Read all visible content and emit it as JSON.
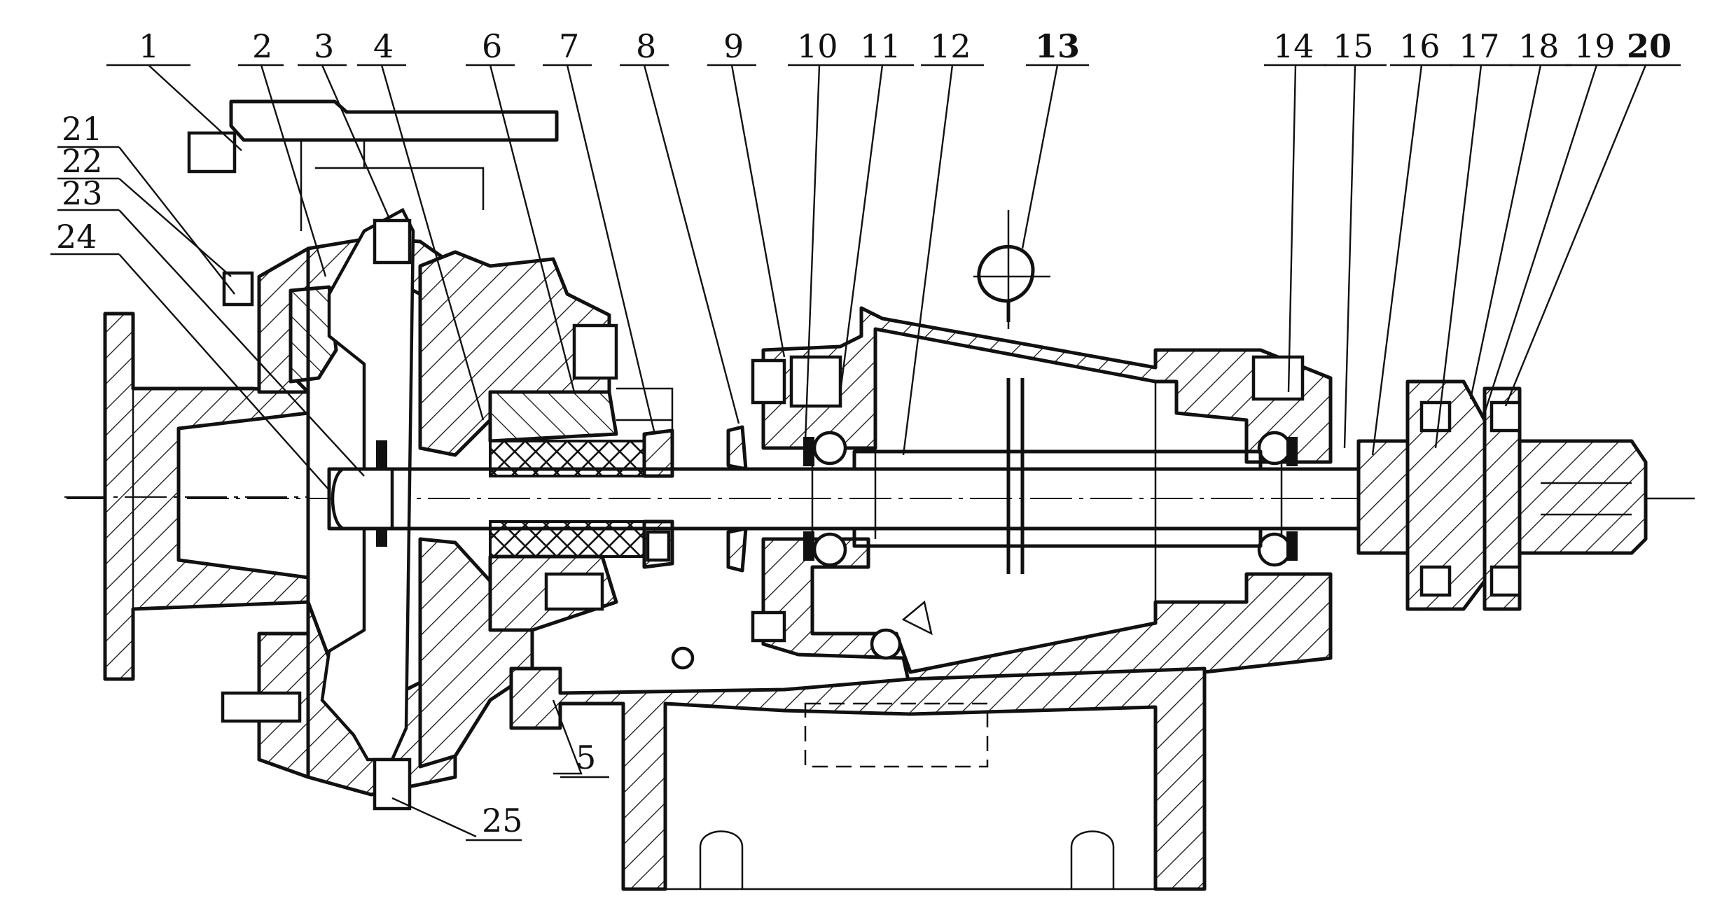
{
  "diagram": {
    "callouts_top": [
      "1",
      "2",
      "3",
      "4",
      "6",
      "7",
      "8",
      "9",
      "10",
      "11",
      "12",
      "13",
      "14",
      "15",
      "16",
      "17",
      "18",
      "19",
      "20"
    ],
    "callouts_left": [
      "21",
      "22",
      "23",
      "24"
    ],
    "callouts_bottom": [
      "5",
      "25"
    ]
  },
  "colors": {
    "ink": "#111111",
    "paper": "#ffffff"
  }
}
